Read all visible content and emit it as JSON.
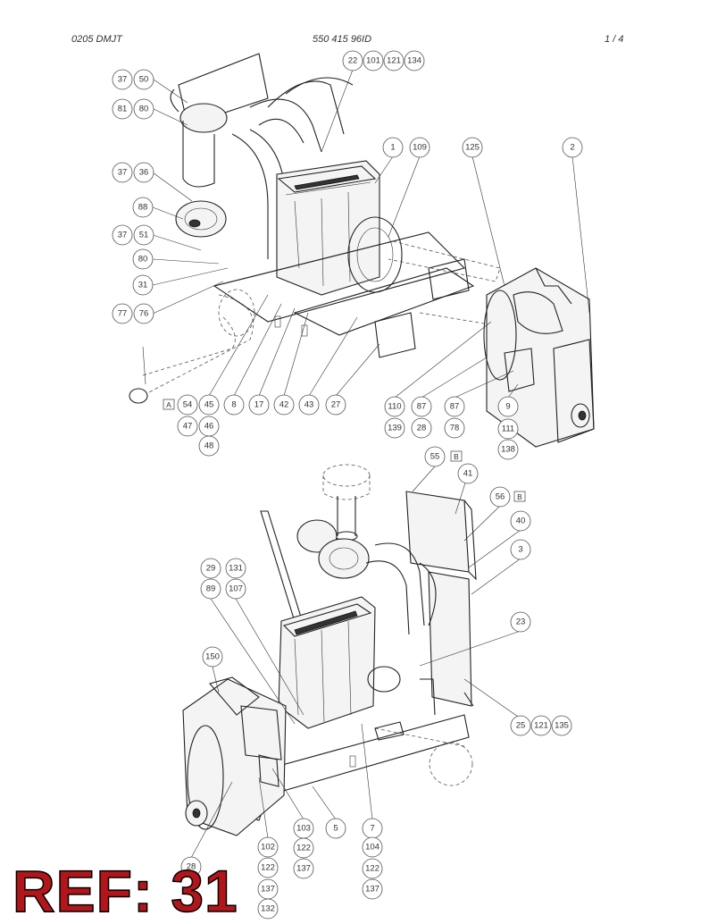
{
  "header": {
    "left": "0205 DMJT",
    "center": "550 415 96ID",
    "right": "1 /   4"
  },
  "reference": "REF: 31",
  "callouts": [
    "37",
    "50",
    "81",
    "80",
    "37",
    "36",
    "88",
    "37",
    "51",
    "80",
    "31",
    "77",
    "76",
    "22",
    "101",
    "121",
    "134",
    "1",
    "109",
    "125",
    "2",
    "54",
    "45",
    "47",
    "46",
    "48",
    "8",
    "17",
    "42",
    "43",
    "27",
    "110",
    "139",
    "87",
    "28",
    "87",
    "78",
    "9",
    "111",
    "138",
    "55",
    "41",
    "56",
    "40",
    "3",
    "29",
    "131",
    "89",
    "107",
    "23",
    "150",
    "25",
    "121",
    "135",
    "103",
    "122",
    "137",
    "102",
    "122",
    "137",
    "132",
    "28",
    "5",
    "7",
    "104",
    "122",
    "137"
  ],
  "boxes": [
    "A",
    "B",
    "B"
  ]
}
